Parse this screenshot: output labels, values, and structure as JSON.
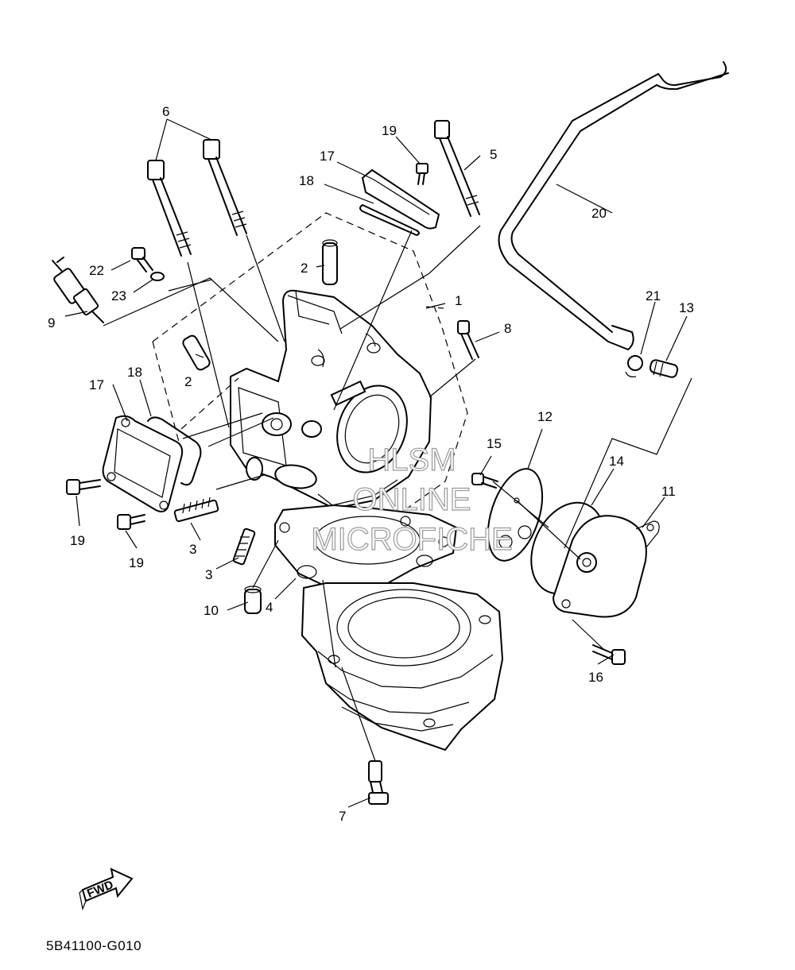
{
  "catalog_number": "5B41100-G010",
  "fwd_label": "FWD",
  "watermark": [
    "HLSM",
    "ONLINE",
    "MICROFICHE"
  ],
  "callouts": [
    "1",
    "2",
    "2",
    "3",
    "3",
    "4",
    "5",
    "6",
    "7",
    "8",
    "9",
    "10",
    "11",
    "12",
    "13",
    "14",
    "15",
    "16",
    "17",
    "17",
    "18",
    "18",
    "19",
    "19",
    "19",
    "20",
    "21",
    "22",
    "23"
  ]
}
